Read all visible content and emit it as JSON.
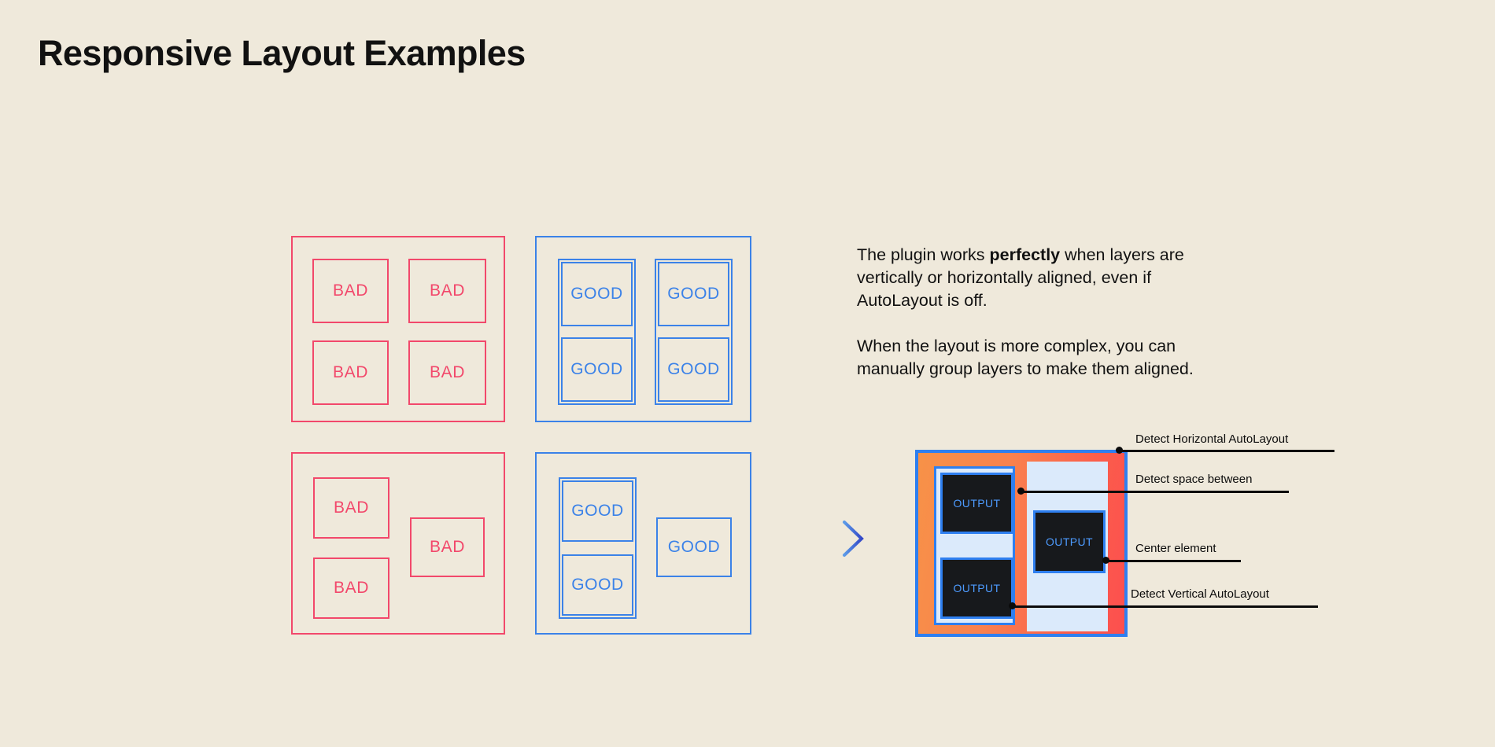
{
  "page": {
    "title": "Responsive Layout Examples",
    "background_color": "#EFE9DB"
  },
  "colors": {
    "bad": "#F2486B",
    "good": "#3B82E8",
    "accent_blue": "#2E7FF0",
    "panel_gradient_start": "#F79248",
    "panel_gradient_end": "#FC4F4F",
    "output_fill": "#17191C",
    "output_text": "#4D9BFF",
    "light_blue_fill": "#DBEAFB",
    "text": "#111111"
  },
  "examples": {
    "bad_grid": {
      "variant": "bad",
      "cells": [
        {
          "label": "BAD"
        },
        {
          "label": "BAD"
        },
        {
          "label": "BAD"
        },
        {
          "label": "BAD"
        }
      ]
    },
    "good_grid": {
      "variant": "good",
      "groups": [
        {
          "cells": [
            {
              "label": "GOOD"
            },
            {
              "label": "GOOD"
            }
          ]
        },
        {
          "cells": [
            {
              "label": "GOOD"
            },
            {
              "label": "GOOD"
            }
          ]
        }
      ]
    },
    "bad_complex": {
      "variant": "bad",
      "cells": [
        {
          "label": "BAD"
        },
        {
          "label": "BAD"
        },
        {
          "label": "BAD"
        }
      ]
    },
    "good_complex": {
      "variant": "good",
      "grouped_cells": [
        {
          "label": "GOOD"
        },
        {
          "label": "GOOD"
        }
      ],
      "standalone_cell": {
        "label": "GOOD"
      }
    }
  },
  "arrow": {
    "icon": "arrow-right-dashed-icon",
    "direction": "right",
    "style": "dashed"
  },
  "description": {
    "paragraph_1_part_1": "The plugin works ",
    "paragraph_1_emphasis": "perfectly",
    "paragraph_1_part_2": " when layers are vertically or horizontally aligned, even if AutoLayout is off.",
    "paragraph_2": "When the layout is more complex, you can manually group layers to make them aligned."
  },
  "detect_diagram": {
    "outputs": [
      {
        "label": "OUTPUT",
        "position": "top-left"
      },
      {
        "label": "OUTPUT",
        "position": "bottom-left"
      },
      {
        "label": "OUTPUT",
        "position": "center-right"
      }
    ],
    "annotations": [
      {
        "label": "Detect Horizontal AutoLayout"
      },
      {
        "label": "Detect space between"
      },
      {
        "label": "Center element"
      },
      {
        "label": "Detect Vertical AutoLayout"
      }
    ]
  }
}
